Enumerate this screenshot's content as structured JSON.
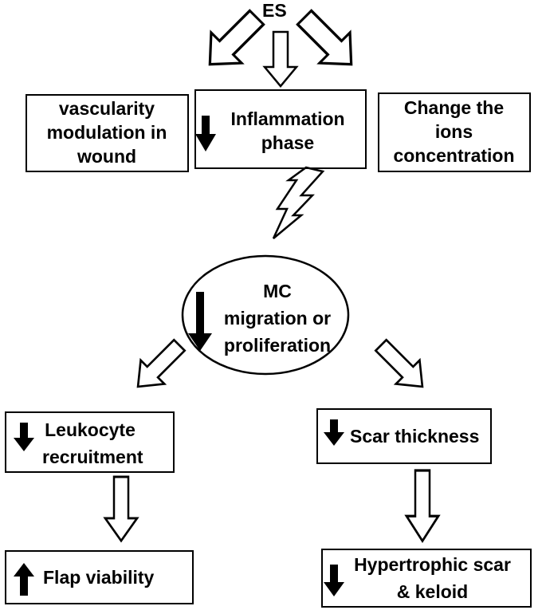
{
  "diagram": {
    "root": "ES",
    "top_boxes": {
      "left": [
        "vascularity",
        "modulation in",
        "wound"
      ],
      "middle": [
        "Inflammation",
        "phase"
      ],
      "right": [
        "Change the",
        "ions",
        "concentration"
      ]
    },
    "center_ellipse": [
      "MC",
      "migration or",
      "proliferation"
    ],
    "left_branch": {
      "first": [
        "Leukocyte",
        "recruitment"
      ],
      "second": "Flap viability"
    },
    "right_branch": {
      "first": "Scar thickness",
      "second": [
        "Hypertrophic scar",
        "& keloid"
      ]
    },
    "icons": {
      "down_arrow": "solid-down-arrow-icon",
      "up_arrow": "solid-up-arrow-icon",
      "lightning": "lightning-bolt-icon",
      "hollow_arrow": "hollow-arrow-icon"
    },
    "colors": {
      "stroke": "#000000",
      "fill": "#ffffff"
    }
  }
}
